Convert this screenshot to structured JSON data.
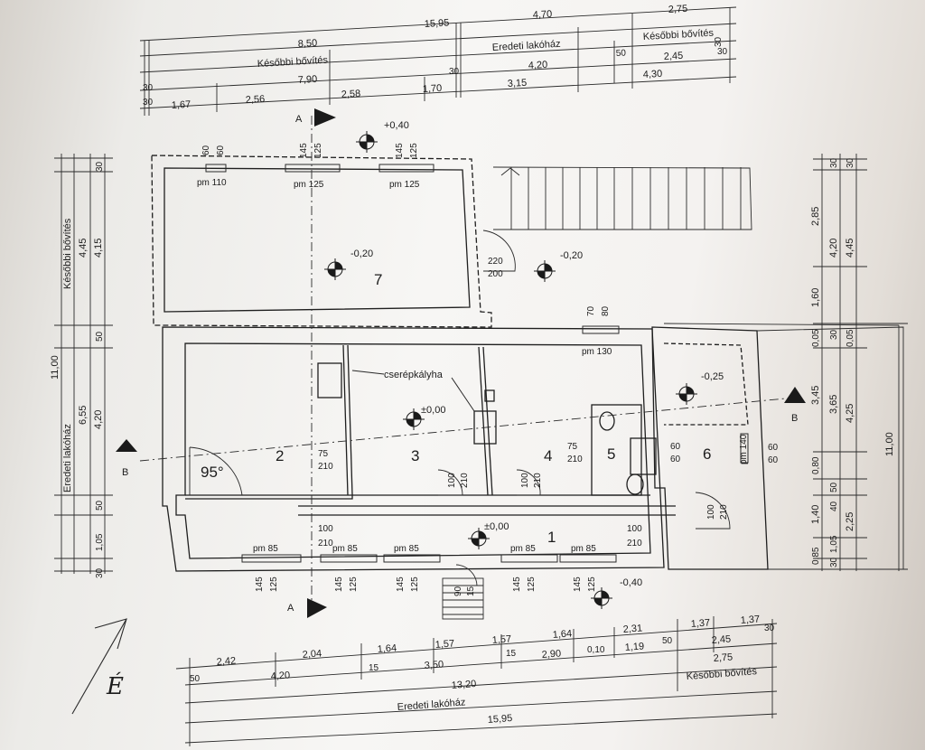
{
  "dimensions": {
    "top": {
      "row1": {
        "total": "15,95",
        "mid": "4,70",
        "right": "2,75"
      },
      "row2": {
        "left": "8,50",
        "left_label": "Későbbi bővítés",
        "mid_label": "Eredeti lakóház",
        "mid_small": "50",
        "right_label": "Későbbi bővítés",
        "end": "30"
      },
      "row3": {
        "start": "30",
        "left": "7,90",
        "mid_start": "30",
        "mid": "4,20",
        "right": "2,45",
        "right_end": "30"
      },
      "row4": {
        "start": "30",
        "v1": "1,67",
        "v2": "2,56",
        "v3": "2,58",
        "v4": "1,70",
        "v5": "3,15",
        "v6": "4,30"
      }
    },
    "left": {
      "outer_total": "11,00",
      "outer_label": "Eredeti lakóház",
      "outer_sub": "6,55",
      "upper_label": "Későbbi bővítés",
      "upper_v1": "4,45",
      "upper_v2": "4,15",
      "v30a": "30",
      "v50": "50",
      "v420": "4,20",
      "v50b": "50",
      "v105": "1,05",
      "v30b": "30"
    },
    "right": {
      "total": "11,00",
      "c1": [
        "2,85",
        "1,60",
        "0,05",
        "3,45",
        "0,80",
        "1,40",
        "0,85"
      ],
      "c2": [
        "30",
        "4,20",
        "30",
        "3,65",
        "50",
        "40",
        "1,05",
        "30"
      ],
      "c3": [
        "30",
        "4,45",
        "0,05",
        "4,25",
        "2,25"
      ]
    },
    "bottom": {
      "row1": {
        "v1": "2,42",
        "v2": "2,04",
        "v3": "1,64",
        "v4": "1,57",
        "v5": "1,57",
        "v6": "1,64",
        "v7": "2,31",
        "v8": "1,37",
        "v9": "1,37"
      },
      "row2": {
        "start": "50",
        "v1": "4,20",
        "v15a": "15",
        "v2": "3,50",
        "v15b": "15",
        "v3": "2,90",
        "v4": "0,10",
        "v5": "1,19",
        "v50": "50",
        "v6": "2,45",
        "v30": "30"
      },
      "row3": {
        "total": "13,20",
        "right": "2,75",
        "right_label": "Későbbi bővítés"
      },
      "row4": {
        "label": "Eredeti lakóház"
      },
      "row5": {
        "total": "15,95"
      }
    }
  },
  "rooms": [
    {
      "id": "room-7",
      "number": "7",
      "level": "-0,20"
    },
    {
      "id": "room-2",
      "number": "2"
    },
    {
      "id": "room-3",
      "number": "3",
      "level": "±0,00"
    },
    {
      "id": "room-4",
      "number": "4"
    },
    {
      "id": "room-5",
      "number": "5"
    },
    {
      "id": "room-6",
      "number": "6",
      "level": "-0,25"
    },
    {
      "id": "room-1",
      "number": "1",
      "level": "±0,00"
    }
  ],
  "levels": {
    "top_entry": "+0,40",
    "outside_right": "-0,20",
    "outside_bottom": "-0,40"
  },
  "annotations": {
    "stove": "cserépkályha",
    "angle": "95°",
    "section_a_top": "A",
    "section_a_bottom": "A",
    "section_b_left": "B",
    "section_b_right": "B",
    "north": "É"
  },
  "windows": {
    "top": [
      {
        "pm": "pm 110",
        "w": "60",
        "h": "60"
      },
      {
        "pm": "pm 125",
        "w": "145",
        "h": "125"
      },
      {
        "pm": "pm 125",
        "w": "145",
        "h": "125"
      }
    ],
    "middle": {
      "pm": "pm 130",
      "w": "70",
      "h": "80"
    },
    "right": {
      "pm": "pm 140",
      "a": "60",
      "b": "60"
    },
    "bottom": [
      {
        "pm": "pm 85",
        "w": "145",
        "h": "125"
      },
      {
        "pm": "pm 85",
        "w": "145",
        "h": "125"
      },
      {
        "pm": "pm 85",
        "w": "145",
        "h": "125"
      },
      {
        "pm": "pm 85",
        "w": "145",
        "h": "125"
      },
      {
        "pm": "pm 85",
        "w": "145",
        "h": "125"
      }
    ]
  },
  "doors": {
    "d7": {
      "w": "220",
      "h": "200"
    },
    "d2": {
      "w": "75",
      "h": "210"
    },
    "d3": {
      "w": "100",
      "h": "210"
    },
    "d4a": {
      "w": "100",
      "h": "210"
    },
    "d4b": {
      "w": "75",
      "h": "210"
    },
    "d6": {
      "w": "60",
      "h": "60"
    },
    "d6b": {
      "w": "100",
      "h": "210"
    },
    "d1a": {
      "w": "100",
      "h": "210"
    },
    "d1b": {
      "w": "100",
      "h": "210"
    },
    "stair_bottom": {
      "w": "90",
      "h": "15"
    }
  }
}
